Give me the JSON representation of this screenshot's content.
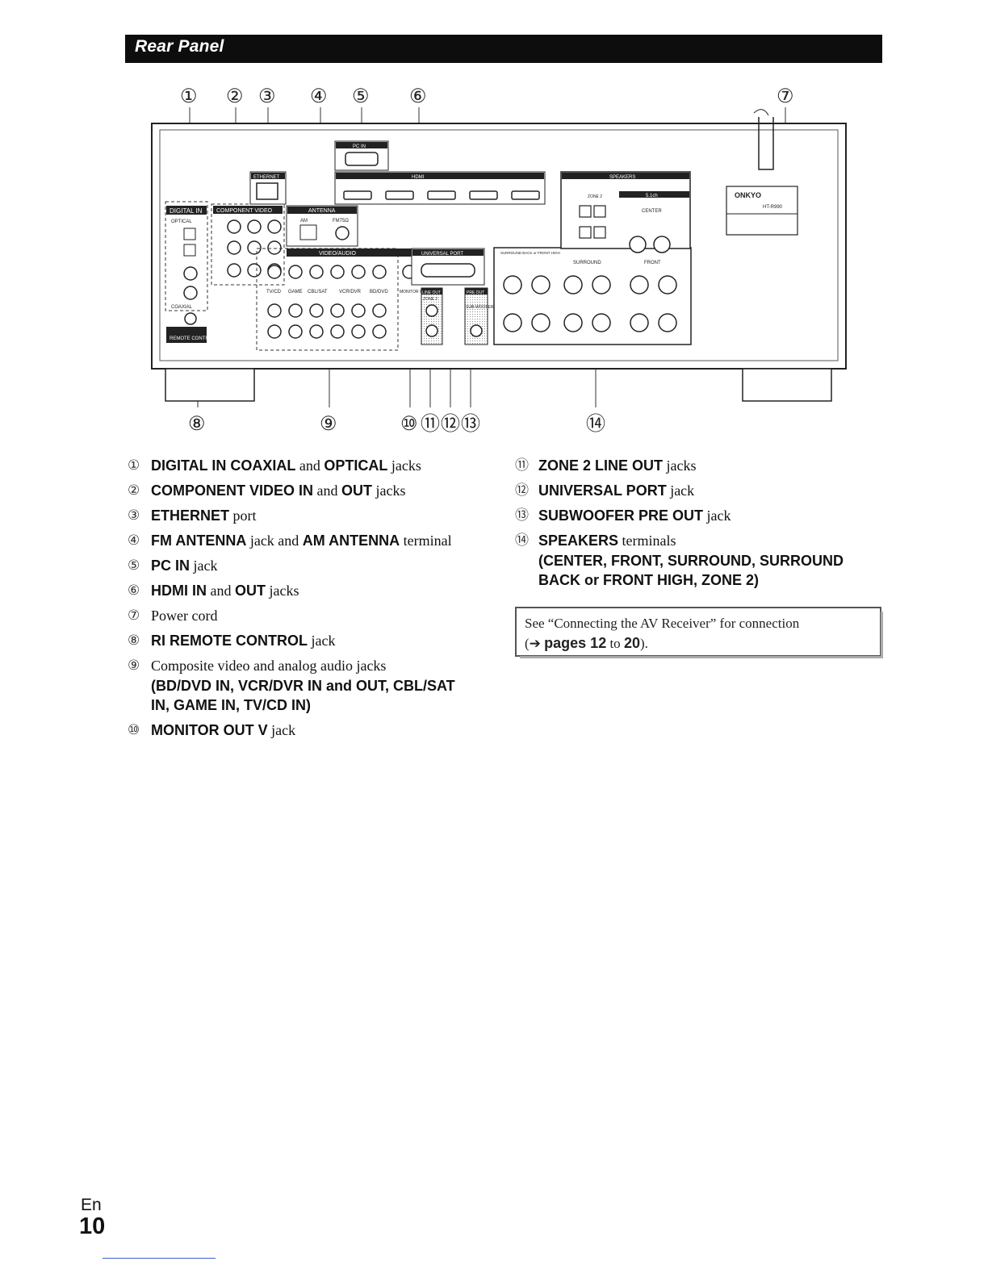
{
  "section_title": "Rear Panel",
  "callouts": [
    "①",
    "②",
    "③",
    "④",
    "⑤",
    "⑥",
    "⑦",
    "⑧",
    "⑨",
    "⑩",
    "⑪",
    "⑫",
    "⑬",
    "⑭"
  ],
  "panel": {
    "digital_in": "DIGITAL IN",
    "optical": "OPTICAL",
    "coaxial": "COAXIAL",
    "component_video": "COMPONENT VIDEO",
    "ethernet": "ETHERNET",
    "antenna": "ANTENNA",
    "am": "AM",
    "fm": "FM75Ω",
    "pc_in": "PC IN",
    "hdmi": "HDMI",
    "video_audio": "VIDEO/AUDIO",
    "universal_port": "UNIVERSAL PORT",
    "line_out": "LINE OUT",
    "zone2": "ZONE 2",
    "pre_out": "PRE OUT",
    "subwoofer": "SUB-WOOFER",
    "speakers": "SPEAKERS",
    "ch51": "5.1ch",
    "center": "CENTER",
    "surround": "SURROUND",
    "front": "FRONT",
    "surround_back": "SURROUND BACK or FRONT HIGH",
    "brand": "ONKYO",
    "model": "HT-R990",
    "remote_control": "REMOTE CONTROL",
    "monitor_out": "MONITOR OUT",
    "video_labels": [
      "TV/CD",
      "GAME",
      "CBL/SAT",
      "VCR/DVR",
      "BD/DVD"
    ]
  },
  "items_left": [
    {
      "marker": "①",
      "parts": [
        {
          "t": "DIGITAL IN COAXIAL",
          "b": true
        },
        {
          "t": " and ",
          "b": false
        },
        {
          "t": "OPTICAL",
          "b": true
        },
        {
          "t": " jacks",
          "b": false
        }
      ]
    },
    {
      "marker": "②",
      "parts": [
        {
          "t": "COMPONENT VIDEO IN",
          "b": true
        },
        {
          "t": " and ",
          "b": false
        },
        {
          "t": "OUT",
          "b": true
        },
        {
          "t": " jacks",
          "b": false
        }
      ]
    },
    {
      "marker": "③",
      "parts": [
        {
          "t": "ETHERNET",
          "b": true
        },
        {
          "t": " port",
          "b": false
        }
      ]
    },
    {
      "marker": "④",
      "parts": [
        {
          "t": "FM ANTENNA",
          "b": true
        },
        {
          "t": " jack and ",
          "b": false
        },
        {
          "t": "AM ANTENNA",
          "b": true
        },
        {
          "t": " terminal",
          "b": false
        }
      ]
    },
    {
      "marker": "⑤",
      "parts": [
        {
          "t": "PC IN",
          "b": true
        },
        {
          "t": " jack",
          "b": false
        }
      ]
    },
    {
      "marker": "⑥",
      "parts": [
        {
          "t": "HDMI IN",
          "b": true
        },
        {
          "t": " and ",
          "b": false
        },
        {
          "t": "OUT",
          "b": true
        },
        {
          "t": " jacks",
          "b": false
        }
      ]
    },
    {
      "marker": "⑦",
      "parts": [
        {
          "t": "Power cord",
          "b": false
        }
      ]
    },
    {
      "marker": "⑧",
      "parts": [
        {
          "t": "RI REMOTE CONTROL",
          "b": true
        },
        {
          "t": " jack",
          "b": false
        }
      ]
    },
    {
      "marker": "⑨",
      "parts": [
        {
          "t": "Composite video and analog audio jacks",
          "b": false
        }
      ],
      "sub": [
        "(BD/DVD IN, VCR/DVR IN and OUT, CBL/SAT",
        "IN, GAME IN, TV/CD IN)"
      ]
    },
    {
      "marker": "⑩",
      "parts": [
        {
          "t": "MONITOR OUT V",
          "b": true
        },
        {
          "t": " jack",
          "b": false
        }
      ]
    }
  ],
  "items_right": [
    {
      "marker": "⑪",
      "parts": [
        {
          "t": "ZONE 2 LINE OUT",
          "b": true
        },
        {
          "t": " jacks",
          "b": false
        }
      ]
    },
    {
      "marker": "⑫",
      "parts": [
        {
          "t": "UNIVERSAL PORT",
          "b": true
        },
        {
          "t": " jack",
          "b": false
        }
      ]
    },
    {
      "marker": "⑬",
      "parts": [
        {
          "t": "SUBWOOFER PRE OUT",
          "b": true
        },
        {
          "t": " jack",
          "b": false
        }
      ]
    },
    {
      "marker": "⑭",
      "parts": [
        {
          "t": "SPEAKERS",
          "b": true
        },
        {
          "t": " terminals",
          "b": false
        }
      ],
      "sub": [
        "(CENTER, FRONT, SURROUND, SURROUND",
        "BACK or FRONT HIGH, ZONE 2)"
      ]
    }
  ],
  "note": {
    "line1": "See “Connecting the AV Receiver” for connection",
    "open": "(➔ ",
    "pages_label": "pages 12",
    "to": " to ",
    "end_page": "20",
    "close": ")."
  },
  "footer": {
    "lang": "En",
    "page": "10"
  }
}
